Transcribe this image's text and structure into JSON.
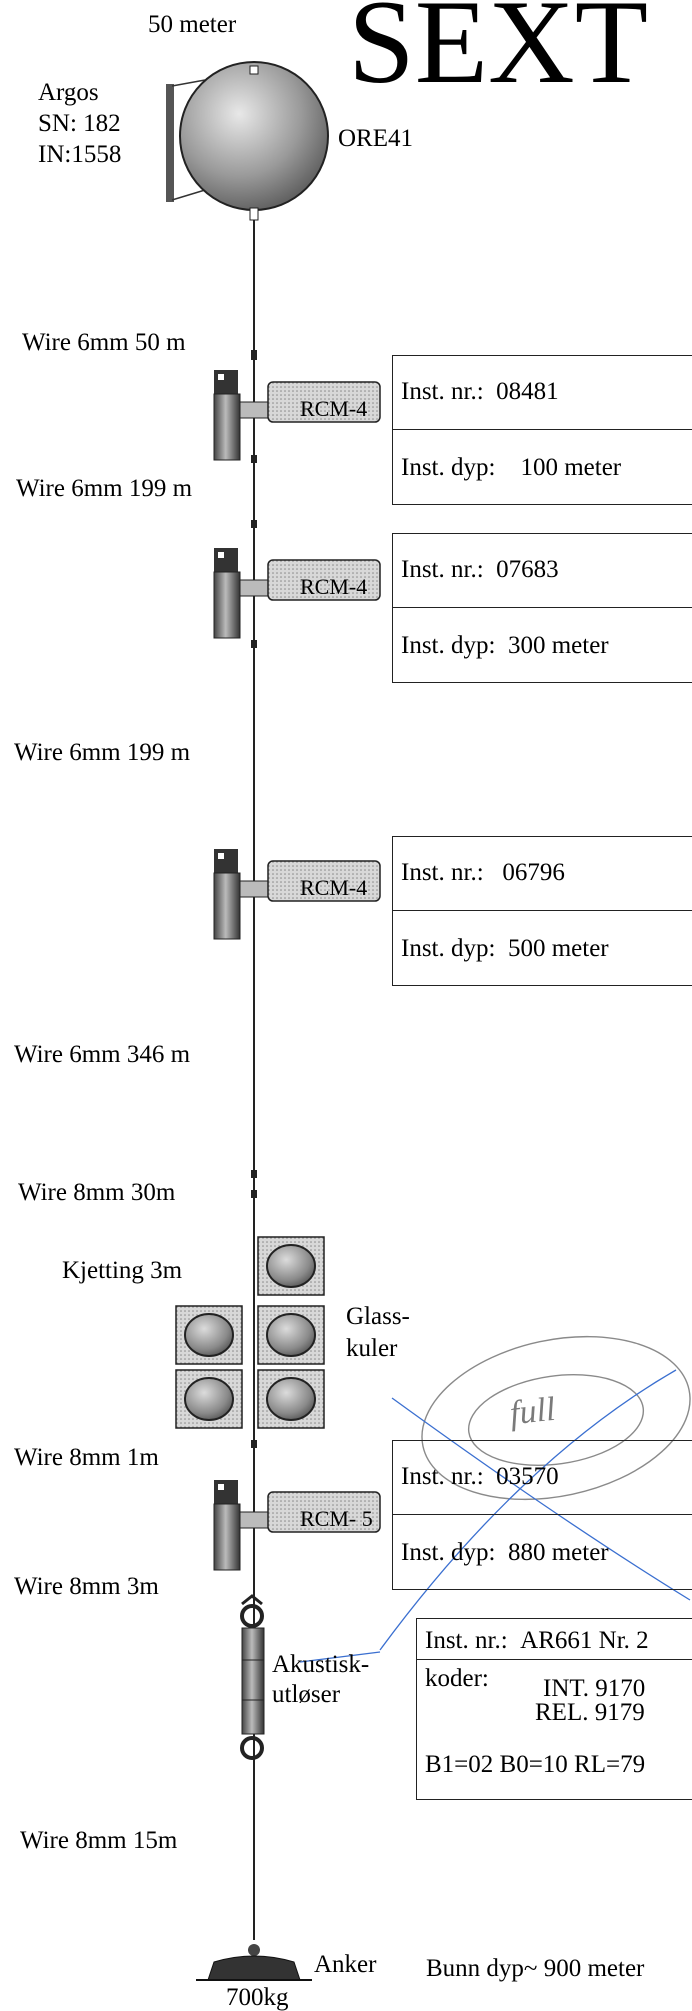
{
  "header": {
    "depth_label": "50 meter",
    "title": "SEXT"
  },
  "buoy": {
    "argos_lines": [
      "Argos",
      "SN: 182",
      "IN:1558"
    ],
    "name": "ORE41"
  },
  "wires": [
    "Wire 6mm 50 m",
    "Wire 6mm 199 m",
    "Wire 6mm 199 m",
    "Wire 6mm 346 m",
    "Wire 8mm 30m",
    "Wire 8mm  1m",
    "Wire 8mm 3m",
    "Wire 8mm 15m"
  ],
  "instruments": [
    {
      "type": "RCM-4",
      "nr_label": "Inst. nr.:",
      "nr": "08481",
      "dyp_label": "Inst. dyp:",
      "dyp": "100 meter"
    },
    {
      "type": "RCM-4",
      "nr_label": "Inst. nr.:",
      "nr": "07683",
      "dyp_label": "Inst. dyp:",
      "dyp": "300 meter"
    },
    {
      "type": "RCM-4",
      "nr_label": "Inst. nr.:",
      "nr": "06796",
      "dyp_label": "Inst. dyp:",
      "dyp": "500 meter"
    },
    {
      "type": "RCM- 5",
      "nr_label": "Inst. nr.:",
      "nr": "03570",
      "dyp_label": "Inst. dyp:",
      "dyp": "880 meter"
    }
  ],
  "chain": {
    "label": "Kjetting 3m"
  },
  "floats": {
    "label_line1": "Glass-",
    "label_line2": "kuler"
  },
  "handwritten": {
    "text": "full"
  },
  "release": {
    "label_line1": "Akustisk-",
    "label_line2": "utløser",
    "nr_label": "Inst. nr.:",
    "nr": "AR661 Nr. 2",
    "koder_label": "koder:",
    "int": "INT. 9170",
    "rel": "REL. 9179",
    "codes": "B1=02 B0=10 RL=79"
  },
  "anchor": {
    "label": "Anker",
    "weight": "700kg",
    "bottom_depth": "Bunn dyp~ 900 meter"
  },
  "colors": {
    "ink": "#111111",
    "pencil": "#8a8a8a",
    "pen_blue": "#3a6fd0"
  }
}
